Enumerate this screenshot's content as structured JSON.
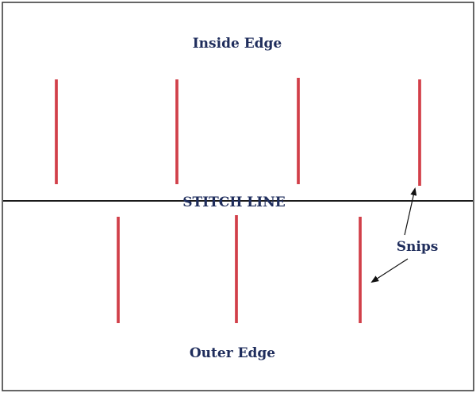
{
  "labels": {
    "inside_edge": "Inside Edge",
    "stitch_line": "STITCH LINE",
    "outer_edge": "Outer Edge",
    "snips": "Snips"
  },
  "colors": {
    "text": "#1f2d5c",
    "snip": "#c8323c",
    "snip_dark": "#7a1418",
    "stitch_line": "#1a1a1a",
    "border": "#333333",
    "arrow": "#111111"
  },
  "snips": {
    "above_stitch_line_count": 4,
    "below_stitch_line_count": 3
  }
}
